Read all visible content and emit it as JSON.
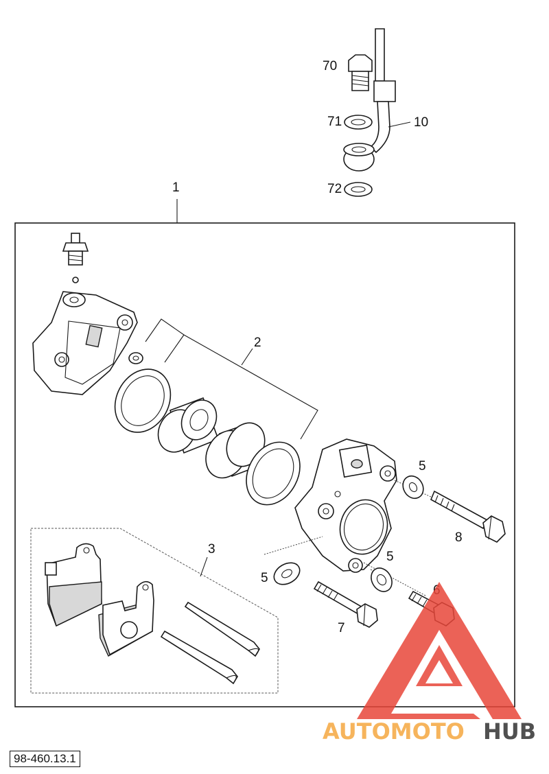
{
  "callouts": {
    "p70": "70",
    "p71": "71",
    "p10": "10",
    "p72": "72",
    "p1": "1",
    "p2": "2",
    "p5a": "5",
    "p8": "8",
    "p3": "3",
    "p5b": "5",
    "p5c": "5",
    "p6": "6",
    "p7": "7"
  },
  "reference_code": "98-460.13.1",
  "watermark": {
    "text_a": "AUTOMOTO",
    "text_b": "HUB",
    "color_a": "#f6b45c",
    "color_b": "#505050",
    "logo_color": "#e8473a"
  }
}
